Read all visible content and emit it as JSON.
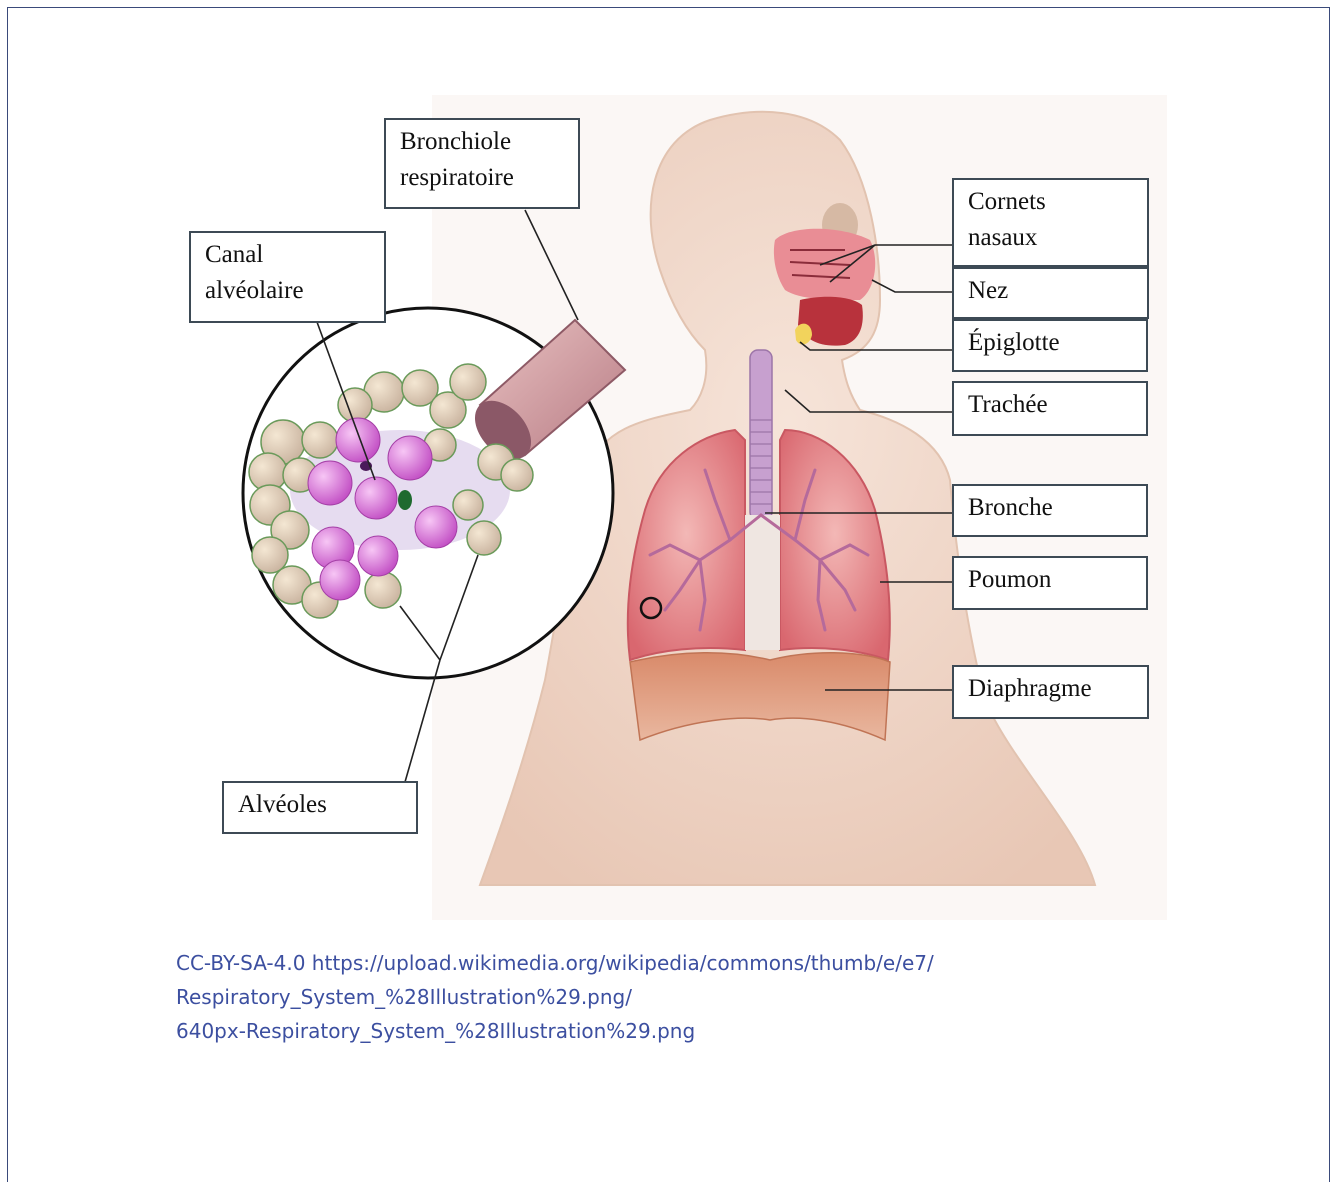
{
  "labels": {
    "bronchiole": [
      "Bronchiole",
      "respiratoire"
    ],
    "canal": [
      "Canal",
      "alvéolaire"
    ],
    "cornets": [
      "Cornets",
      "nasaux"
    ],
    "nez": "Nez",
    "epiglotte": "Épiglotte",
    "trachee": "Trachée",
    "bronche": "Bronche",
    "poumon": "Poumon",
    "diaphragme": "Diaphragme",
    "alveoles": "Alvéoles"
  },
  "credit": {
    "line1": "CC-BY-SA-4.0 https://upload.wikimedia.org/wikipedia/commons/thumb/e/e7/",
    "line2": "Respiratory_System_%28Illustration%29.png/",
    "line3": "640px-Respiratory_System_%28Illustration%29.png"
  },
  "colors": {
    "skin": "#efd6c6",
    "lung": "#e58a8f",
    "alveoli": "#d86bd8",
    "border": "#3a4a7a",
    "credit_text": "#3c4fa0"
  }
}
